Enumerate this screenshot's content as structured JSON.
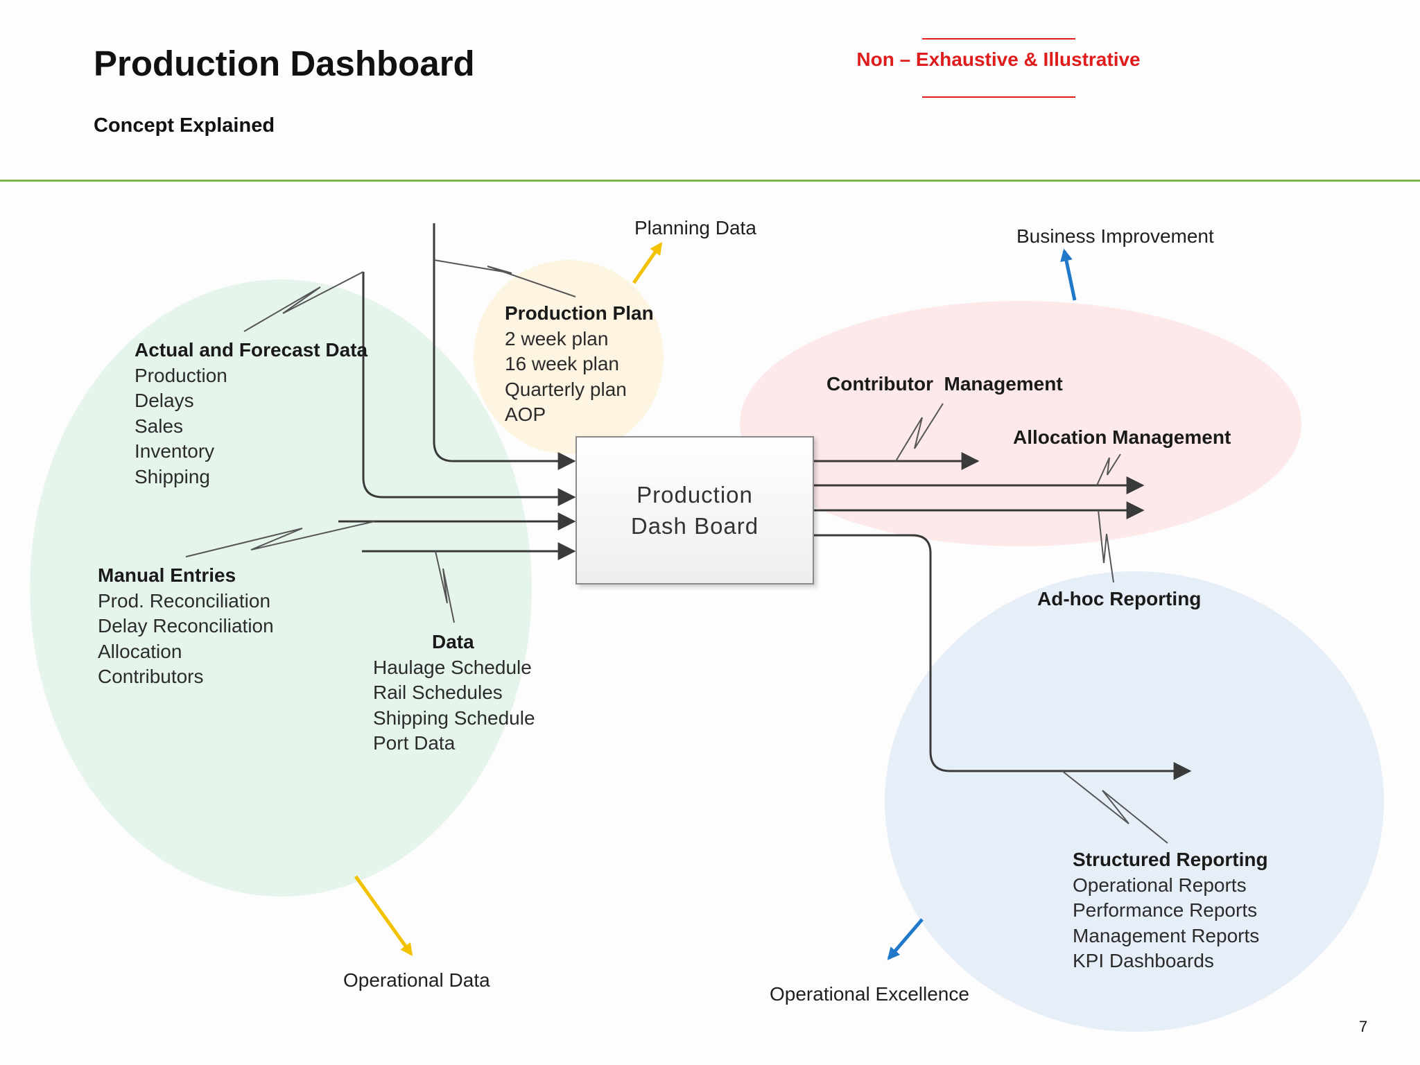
{
  "header": {
    "title": "Production Dashboard",
    "subtitle": "Concept Explained",
    "disclaimer": "Non – Exhaustive & Illustrative"
  },
  "colors": {
    "divider": "#7ab648",
    "disclaimer": "#e01b1b",
    "operational_data_zone": "#e6f5ec",
    "planning_zone": "#fdf3dc",
    "business_improvement_zone": "#fde9e9",
    "operational_excellence_zone": "#e6eef8",
    "yellow_arrow": "#f2c200",
    "blue_arrow": "#1f78c8"
  },
  "zones": {
    "planning_data": "Planning Data",
    "business_improvement": "Business Improvement",
    "operational_data": "Operational Data",
    "operational_excellence": "Operational Excellence"
  },
  "center": {
    "line1": "Production",
    "line2": "Dash Board"
  },
  "inputs": {
    "actual_forecast": {
      "heading": "Actual and Forecast Data",
      "items": [
        "Production",
        "Delays",
        "Sales",
        "Inventory",
        "Shipping"
      ]
    },
    "production_plan": {
      "heading": "Production Plan",
      "items": [
        "2 week plan",
        "16 week plan",
        "Quarterly plan",
        "AOP"
      ]
    },
    "manual_entries": {
      "heading": "Manual Entries",
      "items": [
        "Prod. Reconciliation",
        "Delay Reconciliation",
        "Allocation",
        "Contributors"
      ]
    },
    "data": {
      "heading": "Data",
      "items": [
        "Haulage Schedule",
        "Rail Schedules",
        "Shipping Schedule",
        "Port Data"
      ]
    }
  },
  "outputs": {
    "contributor_management": "Contributor  Management",
    "allocation_management": "Allocation Management",
    "adhoc_reporting": "Ad-hoc Reporting",
    "structured_reporting": {
      "heading": "Structured Reporting",
      "items": [
        "Operational Reports",
        "Performance Reports",
        "Management Reports",
        "KPI Dashboards"
      ]
    }
  },
  "page_number": "7"
}
